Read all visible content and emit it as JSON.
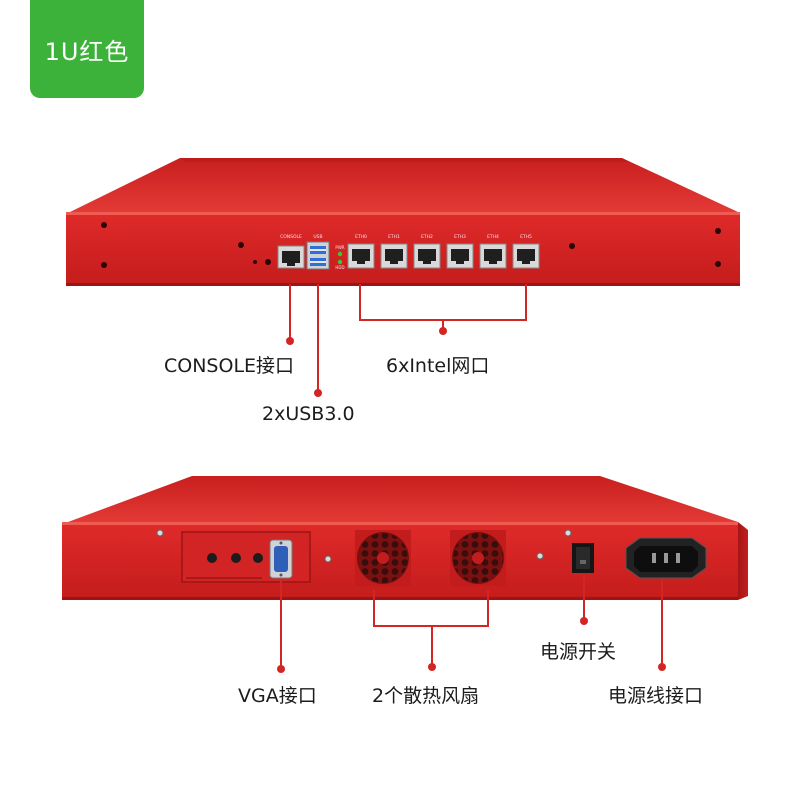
{
  "badge": {
    "text": "1U红色",
    "color": "#3db23a"
  },
  "device_color": "#d42525",
  "front_panel": {
    "port_labels": [
      "CONSOLE",
      "USB",
      "ETH0",
      "ETH1",
      "ETH2",
      "ETH3",
      "ETH4",
      "ETH5"
    ],
    "led_labels": [
      "PWR",
      "HDD"
    ]
  },
  "callouts": {
    "console": "CONSOLE接口",
    "usb": "2xUSB3.0",
    "intel": "6xIntel网口",
    "vga": "VGA接口",
    "fans": "2个散热风扇",
    "switch": "电源开关",
    "power": "电源线接口"
  }
}
